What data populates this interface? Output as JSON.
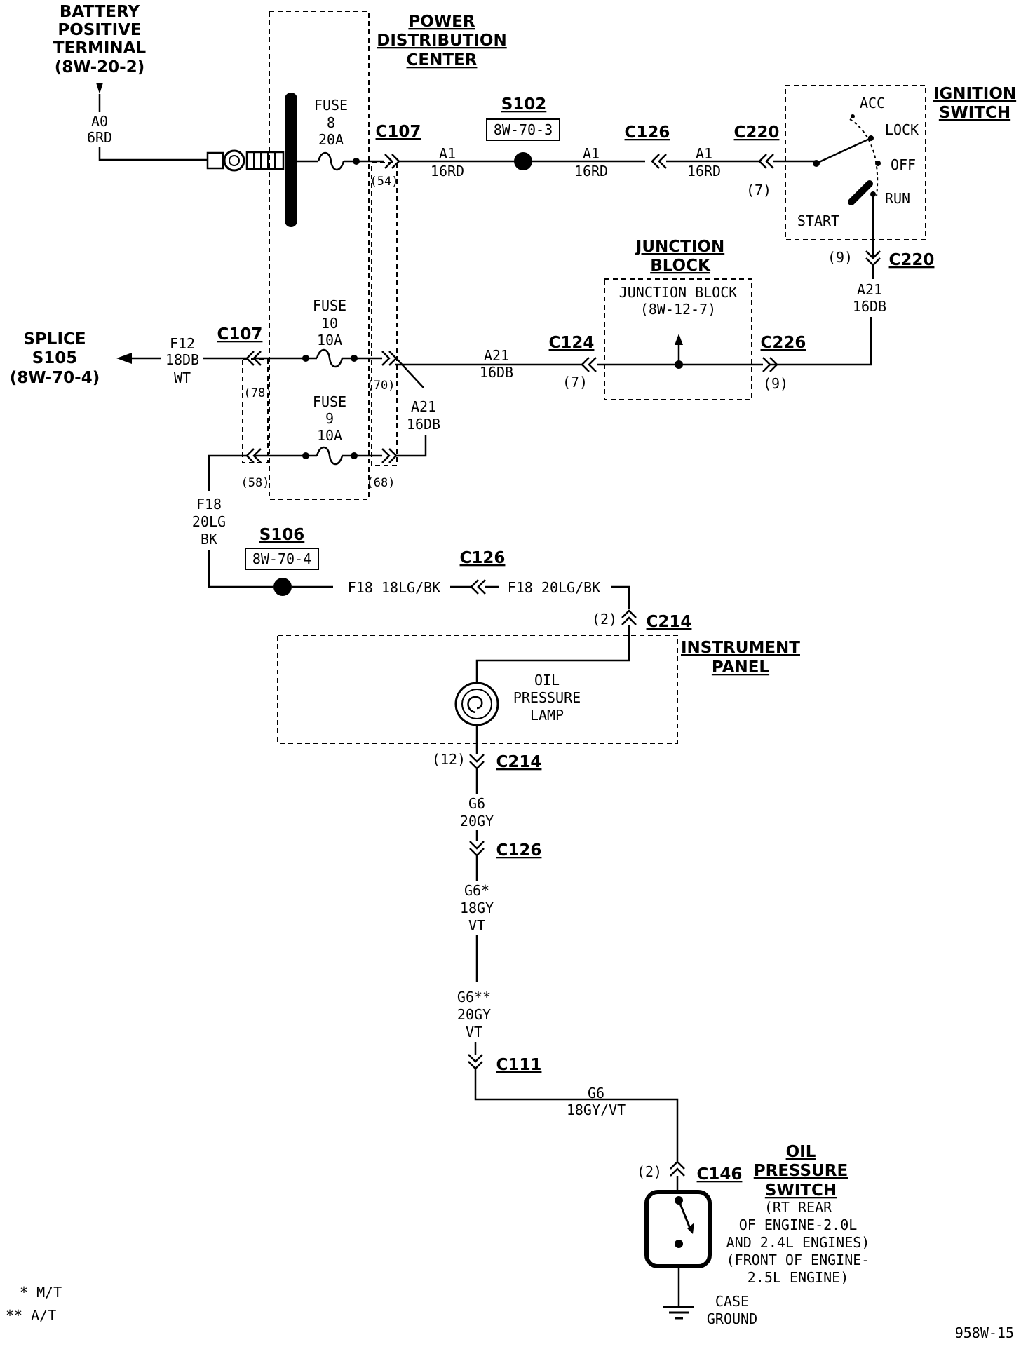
{
  "battery": {
    "line1": "BATTERY",
    "line2": "POSITIVE",
    "line3": "TERMINAL",
    "ref": "(8W-20-2)",
    "wire_code": "A0",
    "wire_spec": "6RD"
  },
  "pdc": {
    "line1": "POWER",
    "line2": "DISTRIBUTION",
    "line3": "CENTER"
  },
  "fuse8": {
    "label": "FUSE",
    "number": "8",
    "rating": "20A"
  },
  "fuse10": {
    "label": "FUSE",
    "number": "10",
    "rating": "10A"
  },
  "fuse9": {
    "label": "FUSE",
    "number": "9",
    "rating": "10A"
  },
  "c107_top": {
    "name": "C107",
    "pin": "(54)"
  },
  "c107_left": {
    "name": "C107",
    "pin78": "(78)",
    "pin70": "(70)",
    "pin58": "(58)",
    "pin68": "(68)"
  },
  "s102": {
    "name": "S102",
    "ref": "8W-70-3"
  },
  "c126_top": {
    "name": "C126"
  },
  "c220_top": {
    "name": "C220",
    "pin": "(7)"
  },
  "wires_a1": {
    "code": "A1",
    "spec": "16RD"
  },
  "ignition": {
    "line1": "IGNITION",
    "line2": "SWITCH",
    "acc": "ACC",
    "lock": "LOCK",
    "off": "OFF",
    "run": "RUN",
    "start": "START"
  },
  "c220_bot": {
    "name": "C220",
    "pin": "(9)"
  },
  "a21": {
    "code": "A21",
    "spec": "16DB"
  },
  "junction_block": {
    "title1": "JUNCTION",
    "title2": "BLOCK",
    "inner1": "JUNCTION BLOCK",
    "inner2": "(8W-12-7)"
  },
  "c124": {
    "name": "C124",
    "pin": "(7)"
  },
  "c226": {
    "name": "C226",
    "pin": "(9)"
  },
  "splice_s105": {
    "line1": "SPLICE",
    "line2": "S105",
    "ref": "(8W-70-4)"
  },
  "f12": {
    "code": "F12",
    "spec1": "18DB",
    "spec2": "WT"
  },
  "f18_vertical": {
    "code": "F18",
    "spec1": "20LG",
    "spec2": "BK"
  },
  "s106": {
    "name": "S106",
    "ref": "8W-70-4"
  },
  "c126_mid": {
    "name": "C126",
    "left_wire": "F18 18LG/BK",
    "right_wire": "F18 20LG/BK"
  },
  "c214_top": {
    "name": "C214",
    "pin": "(2)"
  },
  "instrument_panel": {
    "line1": "INSTRUMENT",
    "line2": "PANEL"
  },
  "lamp": {
    "line1": "OIL",
    "line2": "PRESSURE",
    "line3": "LAMP"
  },
  "c214_bot": {
    "name": "C214",
    "pin": "(12)"
  },
  "g6_a": {
    "code": "G6",
    "spec": "20GY"
  },
  "c126_low": {
    "name": "C126"
  },
  "g6_b": {
    "code": "G6*",
    "spec1": "18GY",
    "spec2": "VT"
  },
  "g6_c": {
    "code": "G6**",
    "spec1": "20GY",
    "spec2": "VT"
  },
  "c111": {
    "name": "C111"
  },
  "g6_d": {
    "code": "G6",
    "spec": "18GY/VT"
  },
  "c146": {
    "name": "C146",
    "pin": "(2)"
  },
  "oil_switch": {
    "line1": "OIL",
    "line2": "PRESSURE",
    "line3": "SWITCH",
    "note1": "(RT REAR",
    "note2": "OF ENGINE-2.0L",
    "note3": "AND 2.4L ENGINES)",
    "note4": "(FRONT OF ENGINE-",
    "note5": "2.5L ENGINE)"
  },
  "ground": {
    "line1": "CASE",
    "line2": "GROUND"
  },
  "legend": {
    "mt": "* M/T",
    "at": "** A/T"
  },
  "figure_id": "958W-15"
}
